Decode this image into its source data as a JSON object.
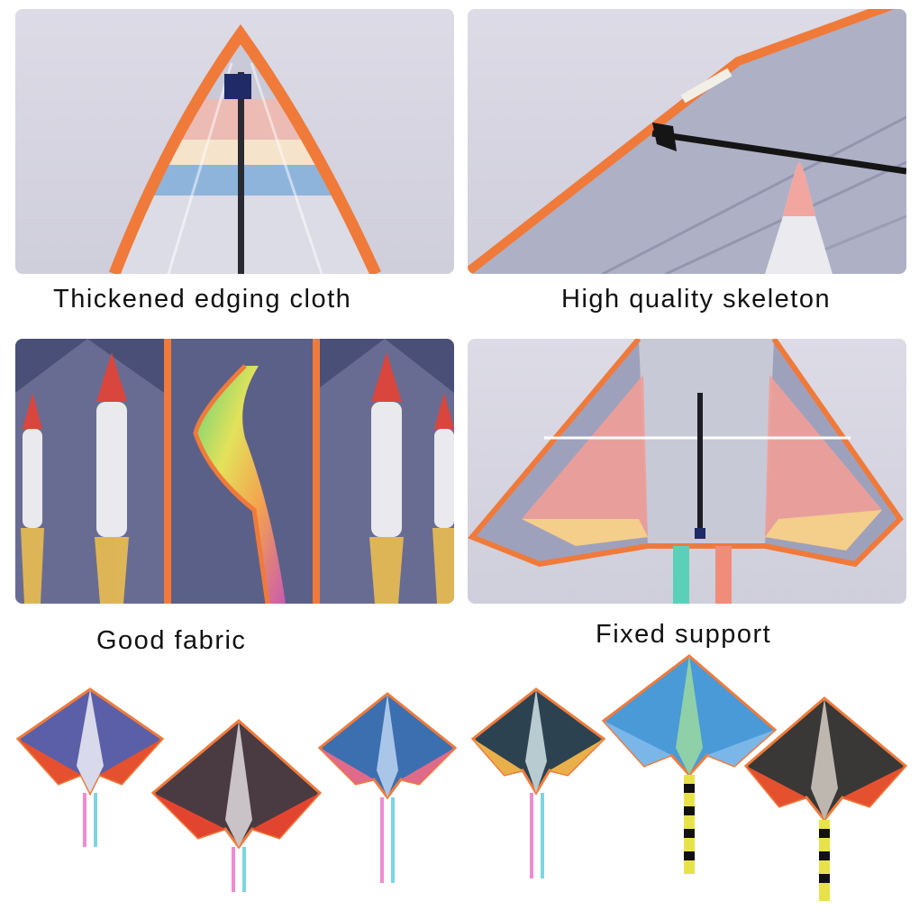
{
  "captions": {
    "edging": "Thickened edging cloth",
    "skeleton": "High quality skeleton",
    "fabric": "Good fabric",
    "support": "Fixed support"
  },
  "colors": {
    "edge_orange": "#f07a3a",
    "fabric_gray": "#b9bacb",
    "fabric_navy": "#4a4f78",
    "background": "#ffffff"
  }
}
